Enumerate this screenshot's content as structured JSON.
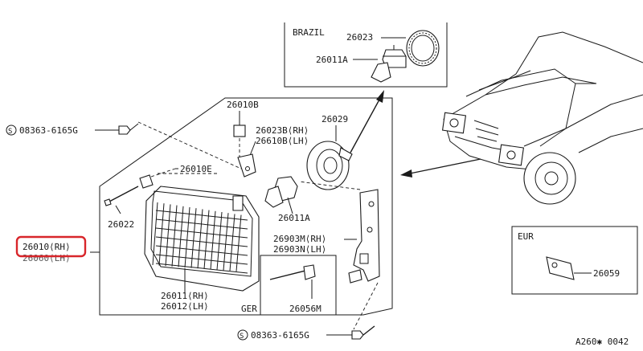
{
  "diagram_code": "A260✱ 0042",
  "boxes": {
    "brazil": "BRAZIL",
    "eur": "EUR",
    "ger": "GER"
  },
  "labels": {
    "bolt_top": "08363-6165G",
    "bolt_bottom": "08363-6165G",
    "p26010B": "26010B",
    "p26010E": "26010E",
    "p26023B": "26023B⟨RH⟩",
    "p26610B": "26610B⟨LH⟩",
    "p26029": "26029",
    "p26022": "26022",
    "p26011A": "26011A",
    "p26903M": "26903M⟨RH⟩",
    "p26903N": "26903N⟨LH⟩",
    "p26010_rh": "26010⟨RH⟩",
    "p26060_lh": "26060⟨LH⟩",
    "p26011_rh": "26011⟨RH⟩",
    "p26012_lh": "26012⟨LH⟩",
    "p26056M": "26056M",
    "p26023": "26023",
    "p26011A_brazil": "26011A",
    "p26059": "26059",
    "circle_s": "S"
  },
  "colors": {
    "line": "#1a1a1a",
    "highlight": "#d8262b",
    "background": "#ffffff"
  }
}
